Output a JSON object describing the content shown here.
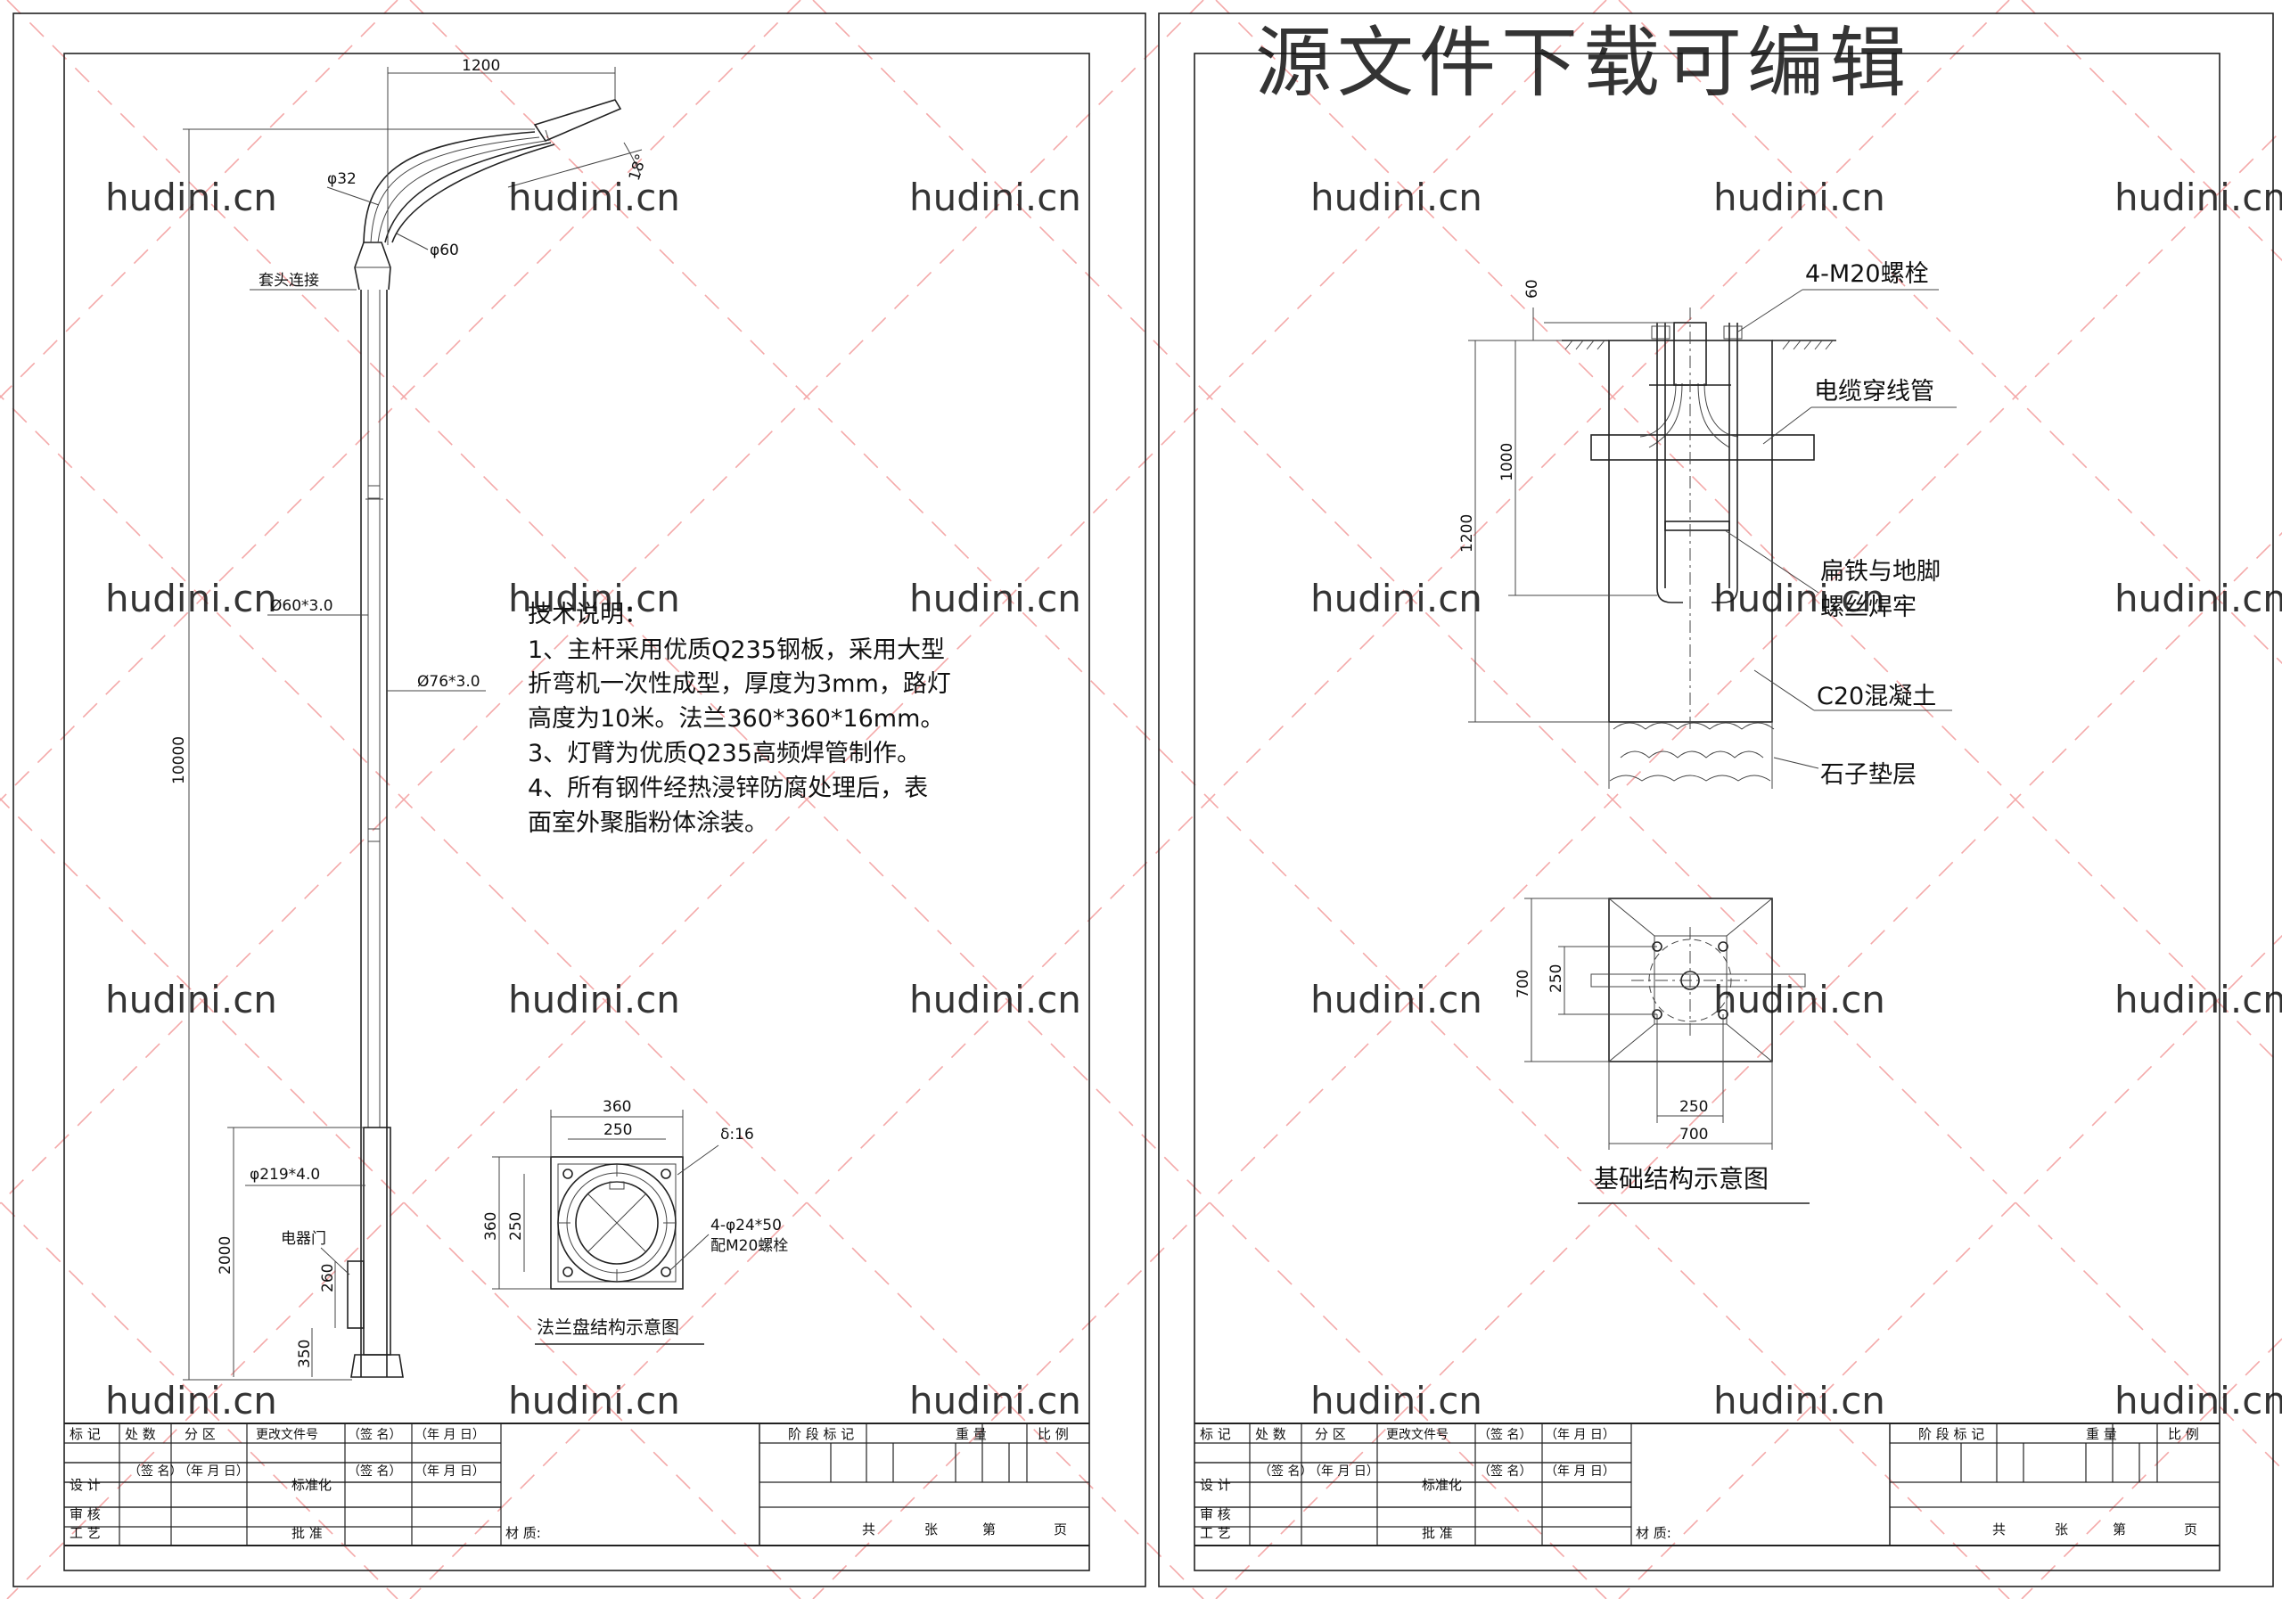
{
  "watermark": {
    "top_text": "源文件下载可编辑",
    "site": "hudini.cn",
    "color": "#f28b8b"
  },
  "left_sheet": {
    "dims": {
      "arm_span": "1200",
      "arm_angle": "18°",
      "arm_tube_small": "φ32",
      "arm_tube_large": "φ60",
      "arm_joint": "套头连接",
      "shaft_upper": "Ø60*3.0",
      "shaft_mid": "Ø76*3.0",
      "total_height": "10000",
      "base_tube": "φ219*4.0",
      "base_height": "2000",
      "door_label": "电器门",
      "door_height": "260",
      "door_offset": "350"
    },
    "notes": {
      "title": "技术说明：",
      "line1": "1、主杆采用优质Q235钢板，采用大型",
      "line2": "折弯机一次性成型，厚度为3mm，路灯",
      "line3": "高度为10米。法兰360*360*16mm。",
      "line4": "3、灯臂为优质Q235高频焊管制作。",
      "line5": "4、所有钢件经热浸锌防腐处理后，表",
      "line6": "面室外聚脂粉体涂装。"
    },
    "flange": {
      "w_outer": "360",
      "w_inner": "250",
      "h_outer": "360",
      "h_inner": "250",
      "thickness": "δ:16",
      "holes": "4-φ24*50",
      "bolts": "配M20螺栓",
      "caption": "法兰盘结构示意图"
    }
  },
  "right_sheet": {
    "foundation": {
      "bolts": "4-M20螺栓",
      "top_offset": "60",
      "cable_pipe": "电缆穿线管",
      "embed_depth": "1000",
      "total_depth": "1200",
      "weld_line1": "扁铁与地脚",
      "weld_line2": "螺丝焊牢",
      "concrete": "C20混凝土",
      "gravel": "石子垫层",
      "plan_h_outer": "700",
      "plan_h_inner": "250",
      "plan_w_inner": "250",
      "plan_w_outer": "700",
      "caption": "基础结构示意图"
    }
  },
  "title_block": {
    "mark": "标 记",
    "count": "处 数",
    "zone": "分 区",
    "change_doc": "更改文件号",
    "sign": "（签 名）",
    "date": "（年 月 日）",
    "design": "设 计",
    "standard": "标准化",
    "review": "审 核",
    "process": "工 艺",
    "approve": "批 准",
    "material": "材 质:",
    "stage": "阶 段 标 记",
    "weight": "重 量",
    "scale": "比 例",
    "total": "共",
    "sheets": "张",
    "page_no": "第",
    "page": "页"
  }
}
